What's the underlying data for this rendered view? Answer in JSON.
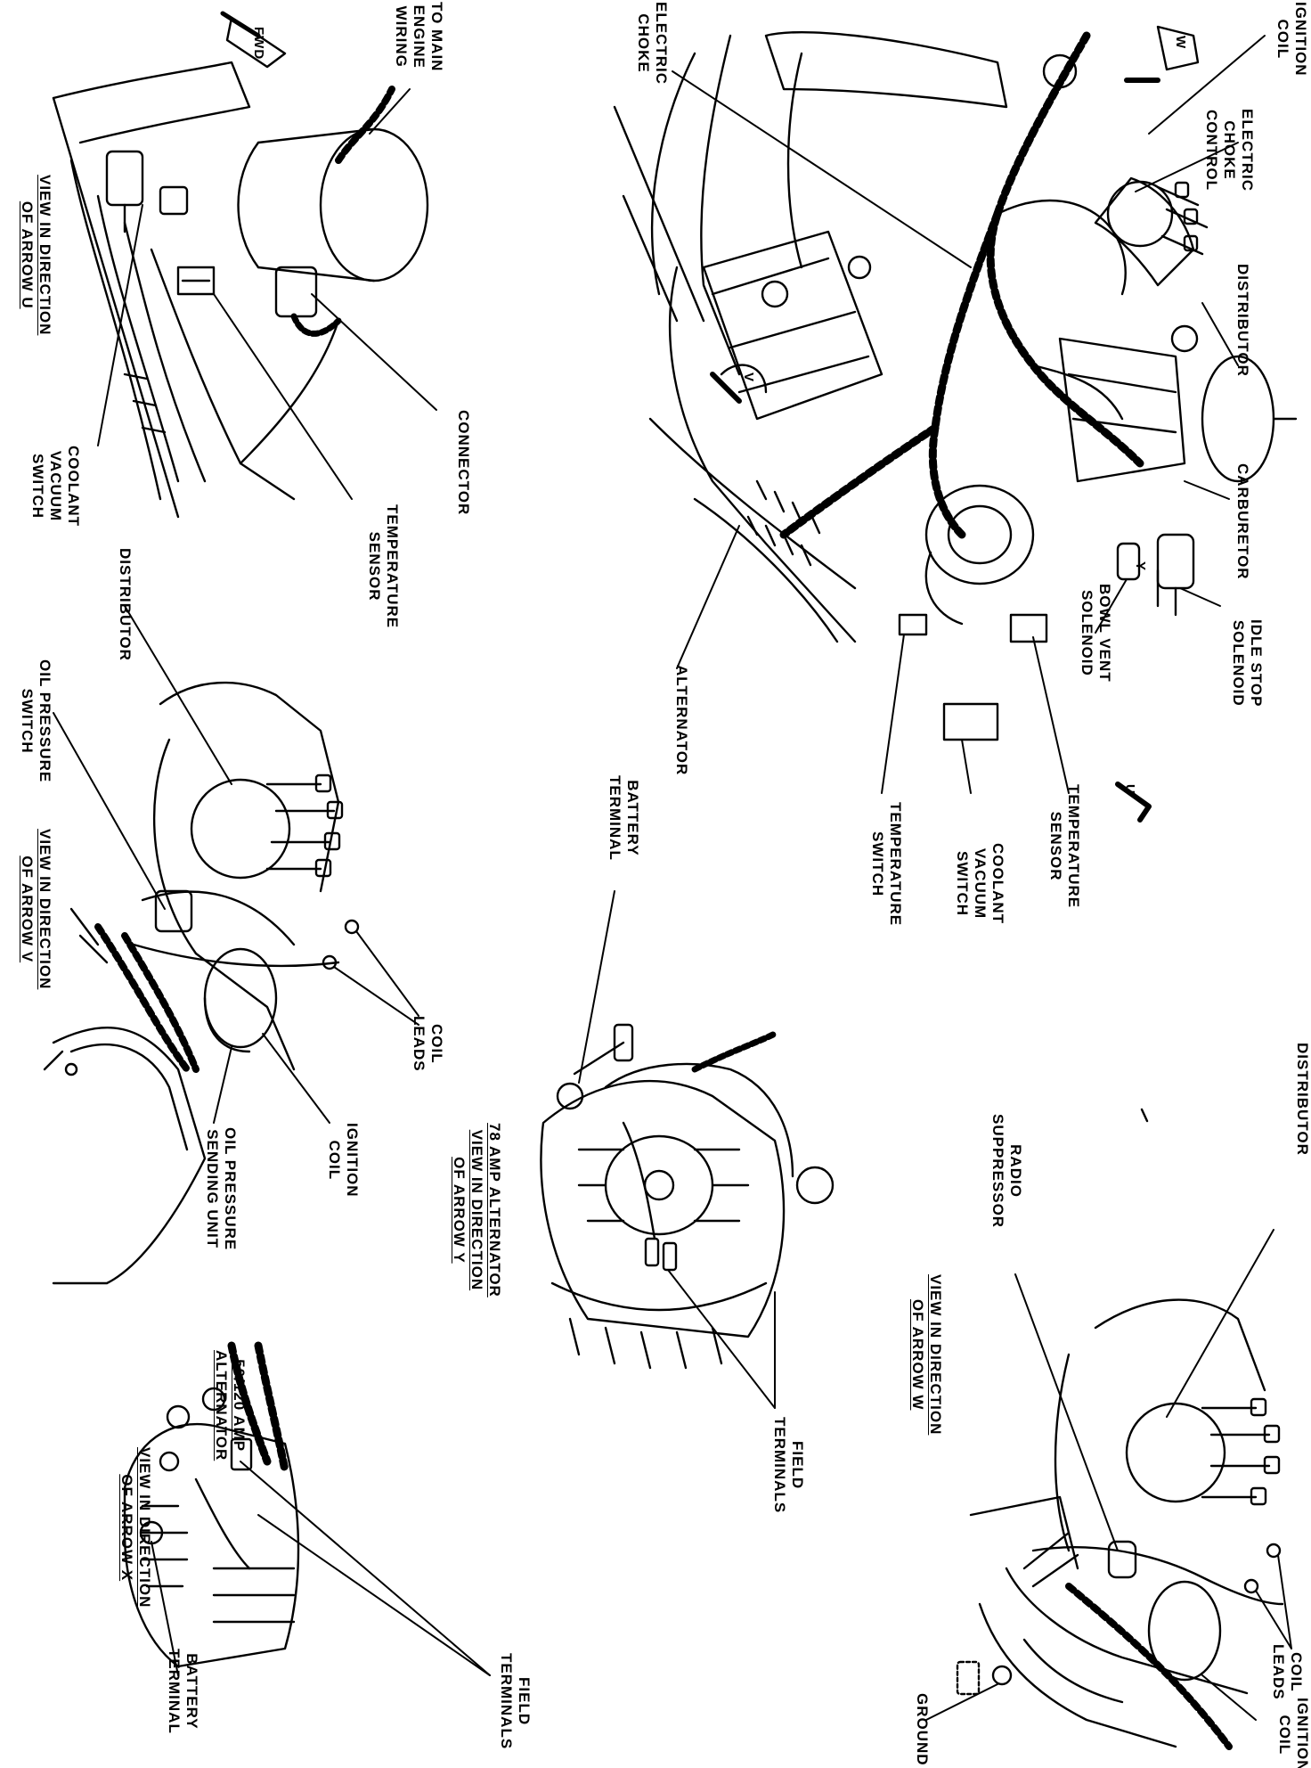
{
  "labels": {
    "ignition_coil_top": "IGNITION\nCOIL",
    "electric_choke_control": "ELECTRIC\nCHOKE\nCONTROL",
    "distributor_main": "DISTRIBUTOR",
    "carburetor": "CARBURETOR",
    "bowl_vent_solenoid": "BOWL VENT\nSOLENOID",
    "idle_stop_solenoid": "IDLE STOP\nSOLENOID",
    "temperature_sensor_main": "TEMPERATURE\nSENSOR",
    "coolant_vacuum_switch_main": "COOLANT\nVACUUM\nSWITCH",
    "temperature_switch": "TEMPERATURE\nSWITCH",
    "alternator": "ALTERNATOR",
    "electric_choke": "ELECTRIC\nCHOKE",
    "to_main_engine_wiring": "TO MAIN\nENGINE\nWIRING",
    "connector": "CONNECTOR",
    "temperature_sensor_u": "TEMPERATURE\nSENSOR",
    "coolant_vacuum_switch_u": "COOLANT\nVACUUM\nSWITCH",
    "caption_u": "VIEW IN DIRECTION\nOF ARROW U",
    "distributor_v": "DISTRIBUTOR",
    "oil_pressure_switch": "OIL PRESSURE\nSWITCH",
    "caption_v": "VIEW IN DIRECTION\nOF ARROW V",
    "coil_leads_v": "COIL\nLEADS",
    "ignition_coil_v": "IGNITION\nCOIL",
    "oil_pressure_sending_unit": "OIL PRESSURE\nSENDING UNIT",
    "battery_terminal_y": "BATTERY\nTERMINAL",
    "caption_y": "78 AMP ALTERNATOR\nVIEW IN DIRECTION\nOF ARROW Y",
    "field_terminals_y": "FIELD\nTERMINALS",
    "distributor_w": "DISTRIBUTOR",
    "radio_suppressor": "RADIO\nSUPPRESSOR",
    "caption_w": "VIEW IN DIRECTION\nOF ARROW W",
    "coil_leads_w": "COIL\nLEADS",
    "ignition_coil_w": "IGNITION\nCOIL",
    "ground": "GROUND",
    "caption_x_title": "50/120 AMP\nALTERNATOR",
    "caption_x": "VIEW IN DIRECTION\nOF ARROW X",
    "field_terminals_x": "FIELD\nTERMINALS",
    "battery_terminal_x": "BATTERY\nTERMINAL"
  },
  "arrows": {
    "fwd": "FWD",
    "u": "U",
    "v": "V",
    "w": "W",
    "y": "Y"
  }
}
